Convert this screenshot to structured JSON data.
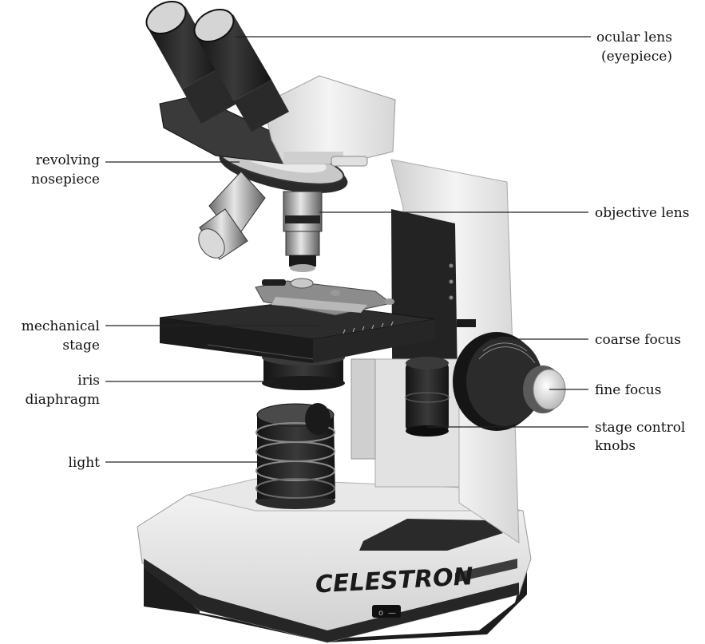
{
  "brand": "CELESTRON",
  "labels": {
    "ocular_lens": {
      "line1": "ocular lens",
      "line2": "(eyepiece)"
    },
    "revolving_nosepiece": {
      "line1": "revolving",
      "line2": "nosepiece"
    },
    "objective_lens": {
      "line1": "objective lens"
    },
    "mechanical_stage": {
      "line1": "mechanical",
      "line2": "stage"
    },
    "coarse_focus": {
      "line1": "coarse focus"
    },
    "iris_diaphragm": {
      "line1": "iris",
      "line2": "diaphragm"
    },
    "fine_focus": {
      "line1": "fine focus"
    },
    "stage_control_knobs": {
      "line1": "stage control",
      "line2": "knobs"
    },
    "light": {
      "line1": "light"
    }
  },
  "power_switch": {
    "on_symbol": "o",
    "off_symbol": "—"
  },
  "colors": {
    "body_light": "#eeeeee",
    "body_mid": "#bdbdbd",
    "dark": "#1e1e1e",
    "metal": "#9a9a9a"
  }
}
